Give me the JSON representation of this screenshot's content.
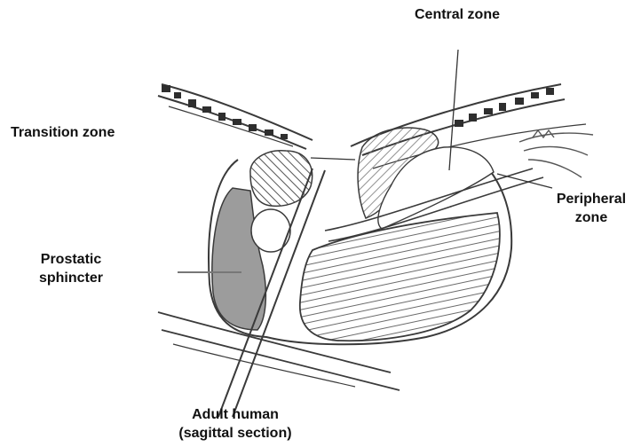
{
  "labels": {
    "central_zone": "Central zone",
    "transition_zone": "Transition zone",
    "peripheral_zone_line1": "Peripheral",
    "peripheral_zone_line2": "zone",
    "prostatic_sphincter_line1": "Prostatic",
    "prostatic_sphincter_line2": "sphincter",
    "caption_line1": "Adult human",
    "caption_line2": "(sagittal section)"
  },
  "colors": {
    "stroke": "#3a3a3a",
    "sphincter_fill": "#9c9c9c",
    "hatch": "#6b6b6b",
    "background": "#ffffff"
  }
}
